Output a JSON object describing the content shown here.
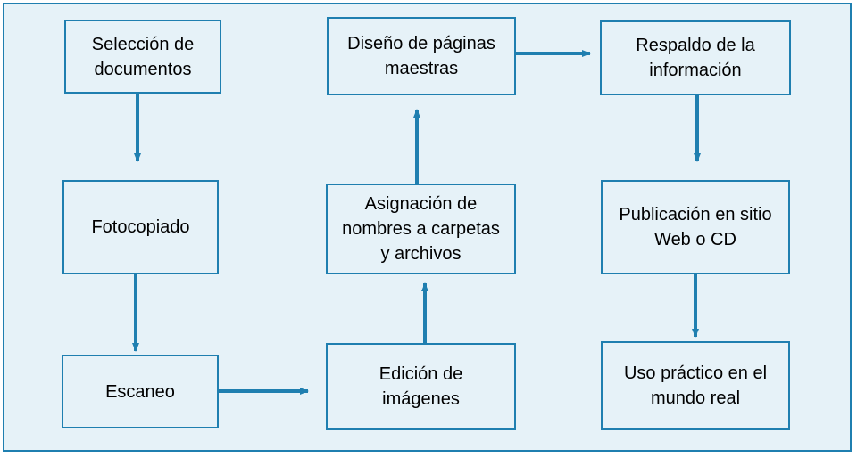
{
  "diagram": {
    "type": "flowchart",
    "accent_color": "#1f7fb0",
    "background_color": "#e6f2f8",
    "nodes": {
      "seleccion": "Selección de\ndocumentos",
      "fotocopiado": "Fotocopiado",
      "escaneo": "Escaneo",
      "edicion": "Edición de\nimágenes",
      "asignacion": "Asignación de\nnombres a carpetas\ny archivos",
      "diseno": "Diseño de páginas\nmaestras",
      "respaldo": "Respaldo de la\ninformación",
      "publicacion": "Publicación en sitio\nWeb o CD",
      "uso": "Uso práctico en el\nmundo real"
    },
    "edges": [
      [
        "seleccion",
        "fotocopiado"
      ],
      [
        "fotocopiado",
        "escaneo"
      ],
      [
        "escaneo",
        "edicion"
      ],
      [
        "edicion",
        "asignacion"
      ],
      [
        "asignacion",
        "diseno"
      ],
      [
        "diseno",
        "respaldo"
      ],
      [
        "respaldo",
        "publicacion"
      ],
      [
        "publicacion",
        "uso"
      ]
    ]
  }
}
